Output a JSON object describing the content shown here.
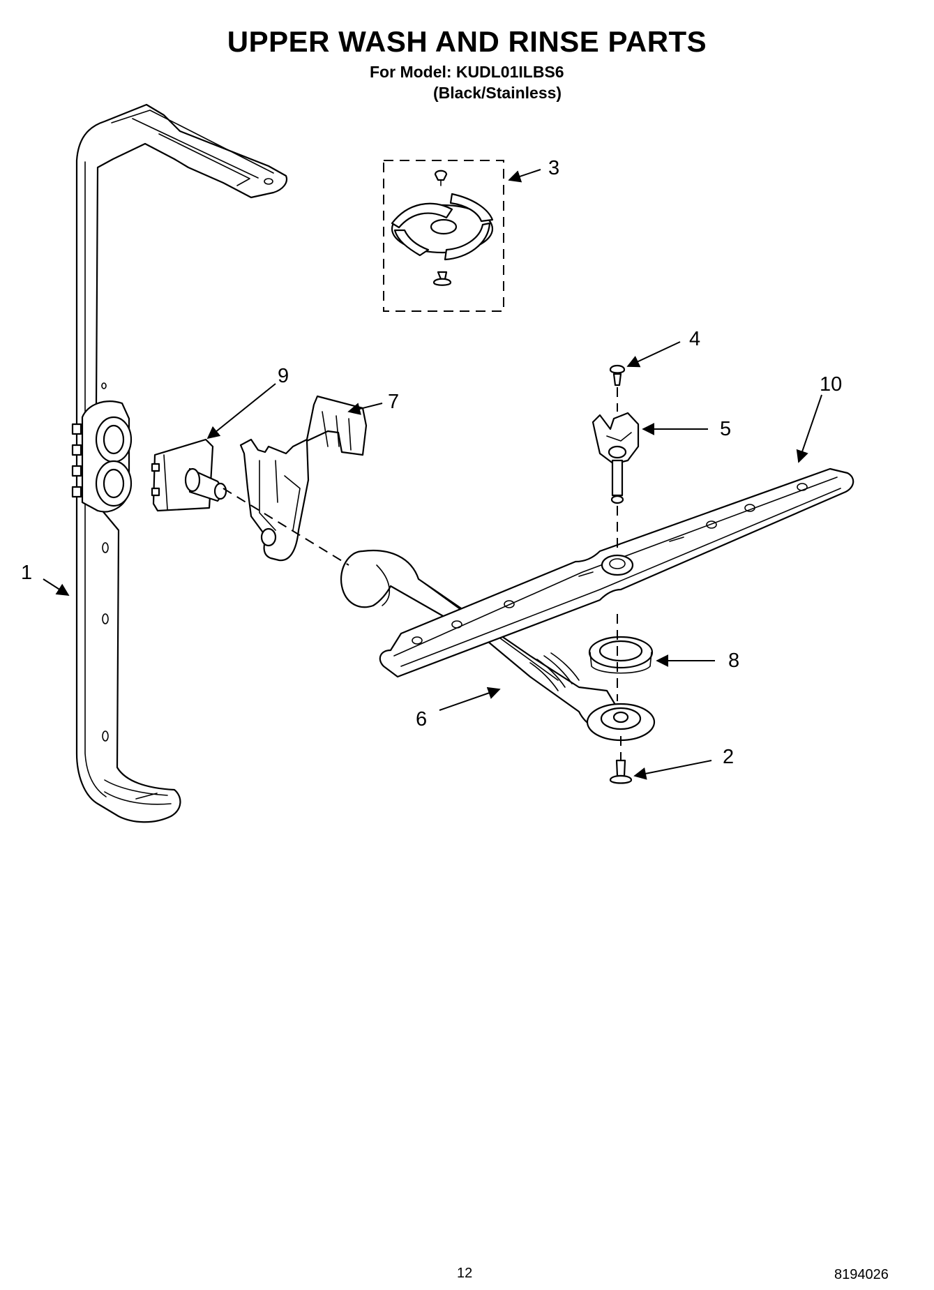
{
  "header": {
    "title": "UPPER WASH AND RINSE PARTS",
    "model_line": "For Model: KUDL01ILBS6",
    "variant_line": "(Black/Stainless)"
  },
  "callouts": [
    "1",
    "2",
    "3",
    "4",
    "5",
    "6",
    "7",
    "8",
    "9",
    "10"
  ],
  "footer": {
    "page_number": "12",
    "document_number": "8194026"
  }
}
